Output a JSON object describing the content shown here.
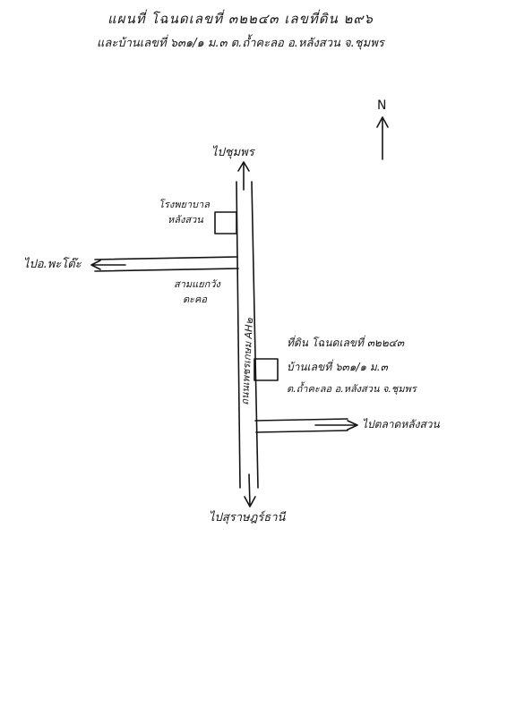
{
  "header": {
    "line1": "แผนที่ โฉนดเลขที่ ๓๒๒๔๓ เลขที่ดิน ๒๙๖",
    "line2": "และบ้านเลขที่ ๖๓๑/๑ ม.๓ ต.ถ้ำคะลอ อ.หลังสวน จ.ชุมพร"
  },
  "compass": {
    "label": "N"
  },
  "labels": {
    "to_north": "ไปชุมพร",
    "to_west": "ไปอ.พะโต๊ะ",
    "to_east": "ไปตลาดหลังสวน",
    "to_south": "ไปสุราษฎร์ธานี",
    "school_line1": "โรงพยาบาล",
    "school_line2": "หลังสวน",
    "junction_line1": "สามแยกวัง",
    "junction_line2": "ตะคอ",
    "highway": "ถนนเพชรเกษม AH๒",
    "site_line1": "ที่ดิน โฉนดเลขที่ ๓๒๒๔๓",
    "site_line2": "บ้านเลขที่ ๖๓๑/๑ ม.๓",
    "site_line3": "ต.ถ้ำคะลอ อ.หลังสวน จ.ชุมพร"
  }
}
